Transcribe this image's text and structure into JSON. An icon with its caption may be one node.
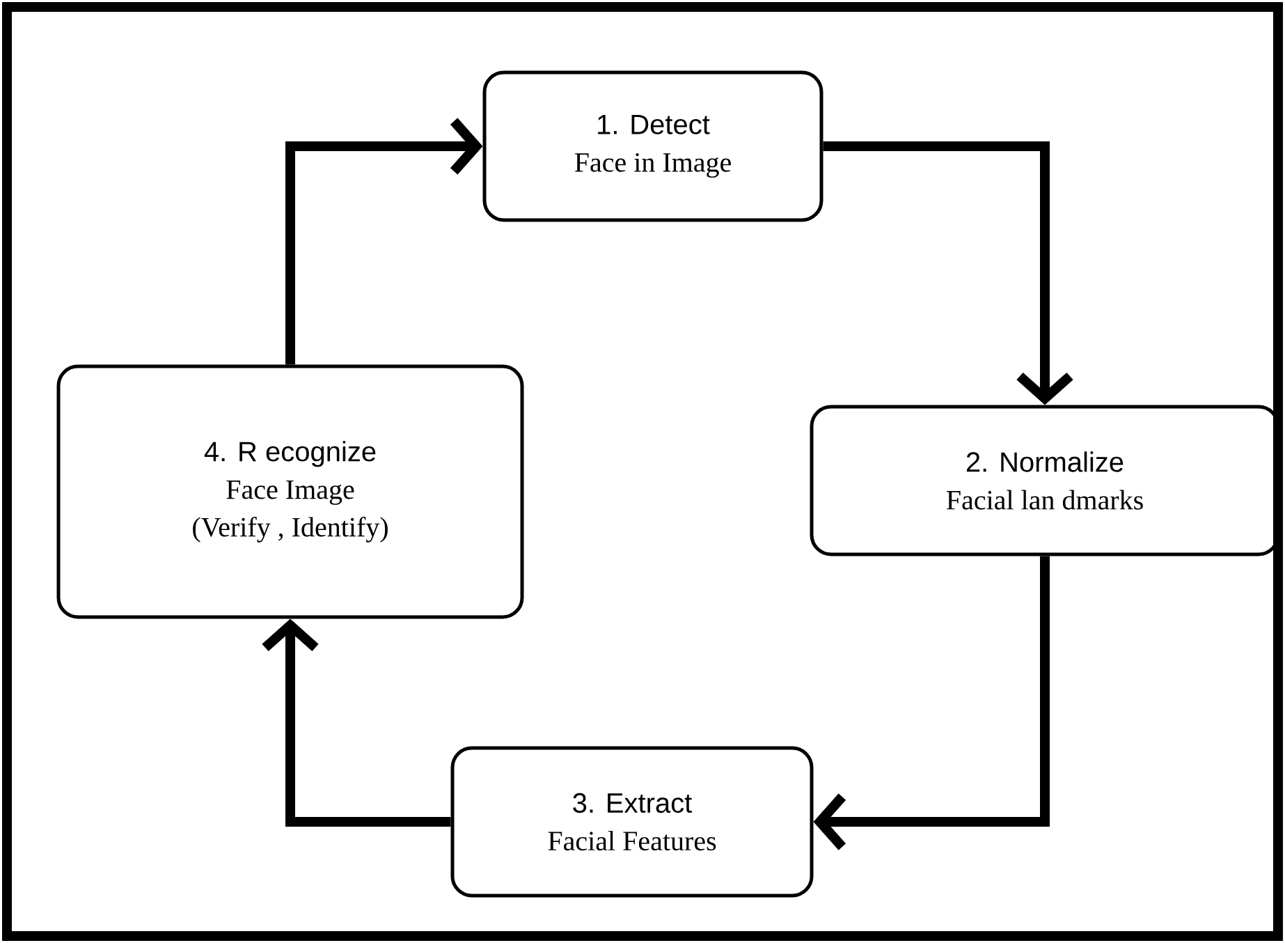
{
  "diagram": {
    "nodes": [
      {
        "text": [
          "1. Detect",
          "Face in Image"
        ]
      },
      {
        "text": [
          "2. Normalize",
          "Facial lan dmarks"
        ]
      },
      {
        "text": [
          "3. Extract",
          "Facial Features"
        ]
      },
      {
        "text": [
          "4. R ecognize",
          "Face Image",
          "(Verify , Identify)"
        ]
      }
    ],
    "edges": [
      {
        "from": 0,
        "to": 1,
        "arrow": "to"
      },
      {
        "from": 1,
        "to": 2,
        "arrow": "to"
      },
      {
        "from": 2,
        "to": 3,
        "arrow": "to"
      },
      {
        "from": 3,
        "to": 0,
        "arrow": "to"
      }
    ]
  }
}
